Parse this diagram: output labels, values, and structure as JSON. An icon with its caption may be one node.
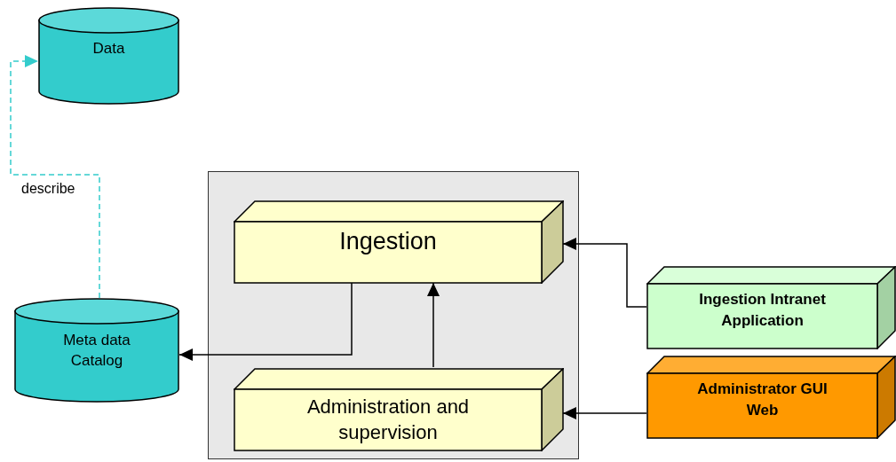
{
  "diagram": {
    "nodes": [
      {
        "text": [
          "Data"
        ]
      },
      {
        "text": [
          "Meta data Catalog"
        ]
      },
      {
        "text": [],
        "shape": "box"
      },
      {
        "text": [
          "Ingestion"
        ],
        "in": 2
      },
      {
        "text": [
          "Administration and supervision"
        ],
        "in": 2
      },
      {
        "text": [
          "Ingestion Intranet Application"
        ]
      },
      {
        "text": [
          "Administrator GUI Web"
        ]
      }
    ],
    "edges": [
      {
        "from": 1,
        "to": 0,
        "arrow": "to",
        "label": "describe",
        "style": "dashed",
        "color": "#33cccc"
      },
      {
        "from": 3,
        "to": 1,
        "arrow": "to"
      },
      {
        "from": 4,
        "to": 3,
        "arrow": "to"
      },
      {
        "from": 5,
        "to": 3,
        "arrow": "to"
      },
      {
        "from": 6,
        "to": 4,
        "arrow": "to"
      }
    ]
  }
}
